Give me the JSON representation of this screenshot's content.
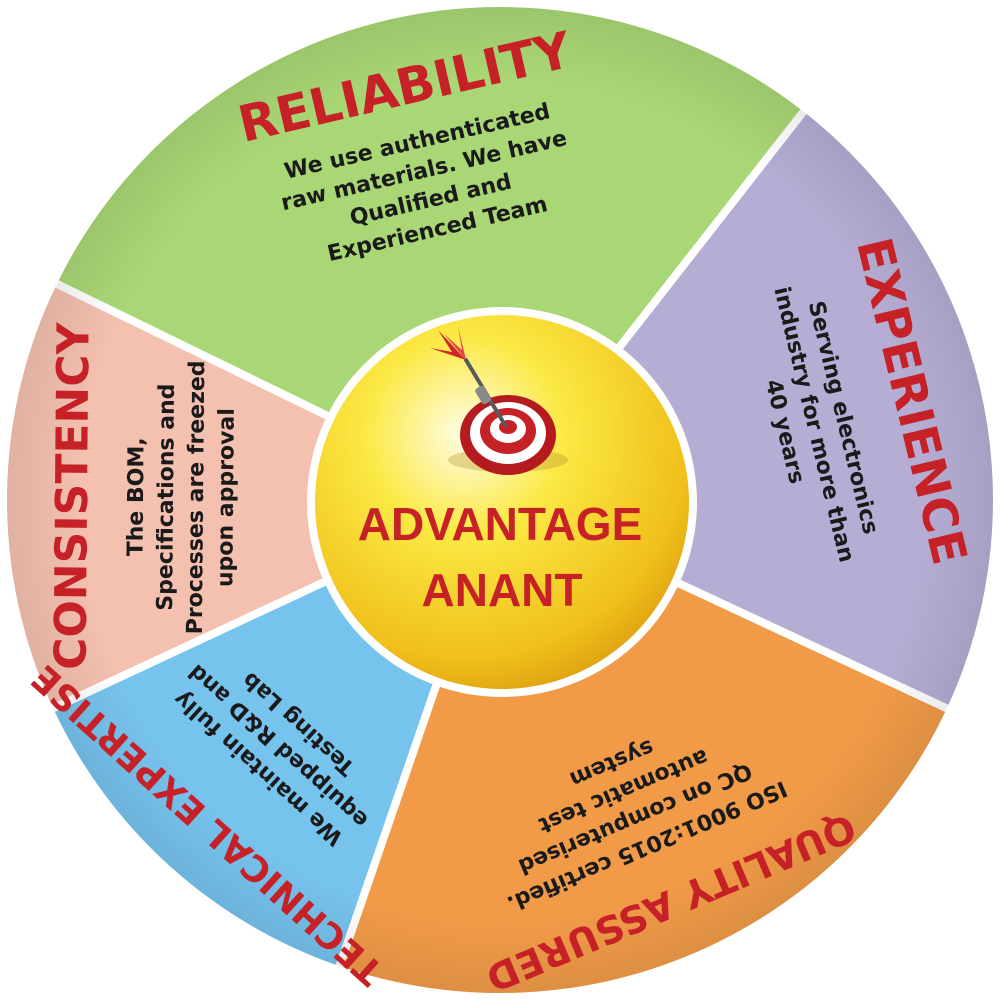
{
  "center": {
    "line1": "ADVANTAGE",
    "line2": "ANANT",
    "icon": "dart-target-icon"
  },
  "segments": [
    {
      "id": "reliability",
      "title": "RELIABILITY",
      "color": "#a9d775",
      "lines": [
        "We use authenticated",
        "raw materials. We have",
        "Qualified and",
        "Experienced Team"
      ]
    },
    {
      "id": "experience",
      "title": "EXPERIENCE",
      "color": "#b6add4",
      "lines": [
        "Serving electronics",
        "industry for more than",
        "40 years"
      ]
    },
    {
      "id": "quality-assured",
      "title": "QUALITY ASSURED",
      "color": "#f19b48",
      "lines": [
        "ISO 9001:2015 certified.",
        "QC on computerised",
        "automatic test",
        "system"
      ]
    },
    {
      "id": "technical-expertise",
      "title": "TECHNICAL EXPERTISE",
      "color": "#76c3ee",
      "lines": [
        "We maintain fully",
        "equipped R&D and",
        "Testing Lab"
      ]
    },
    {
      "id": "consistency",
      "title": "CONSISTENCY",
      "color": "#f4c0b0",
      "lines": [
        "The BOM,",
        "Specifications and",
        "Processes are freezed",
        "upon approval"
      ]
    }
  ],
  "colors": {
    "title": "#c62127",
    "desc": "#1a1a1a",
    "divider": "#ffffff",
    "ring": "#ffffff"
  }
}
